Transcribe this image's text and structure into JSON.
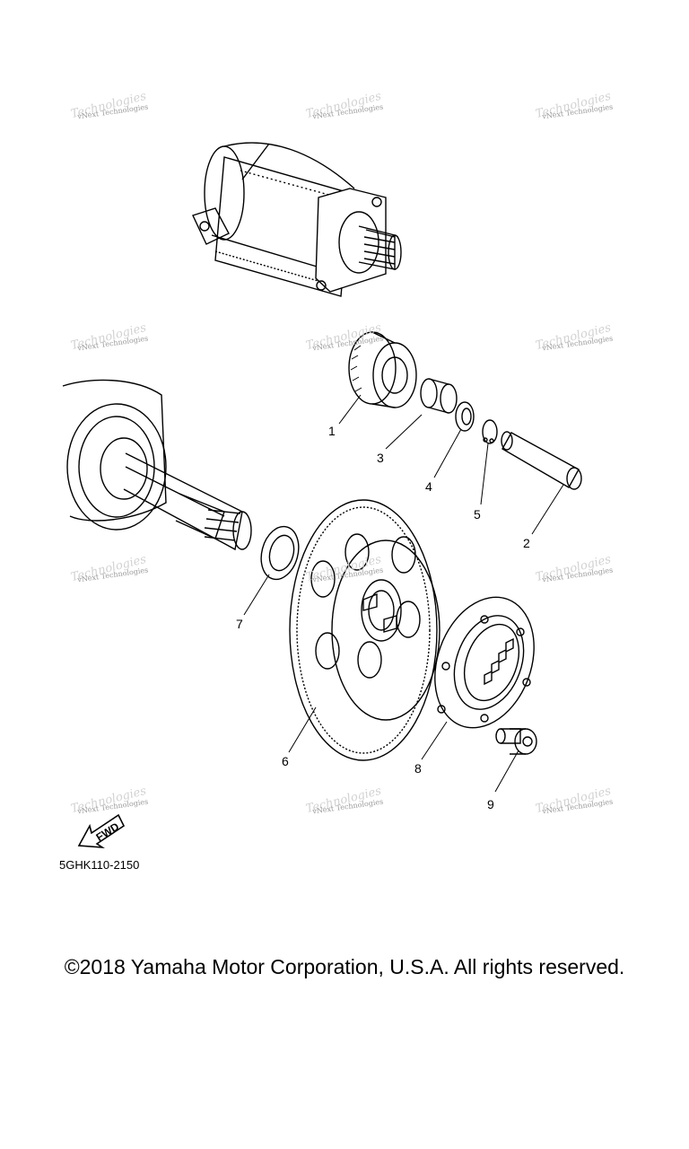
{
  "watermark": {
    "line1": "vNext Technologies",
    "line2": "Technologies"
  },
  "callouts": [
    "1",
    "2",
    "3",
    "4",
    "5",
    "6",
    "7",
    "8",
    "9"
  ],
  "fwd_label": "FWD",
  "part_code": "5GHK110-2150",
  "copyright": "©2018 Yamaha Motor Corporation, U.S.A. All rights reserved."
}
